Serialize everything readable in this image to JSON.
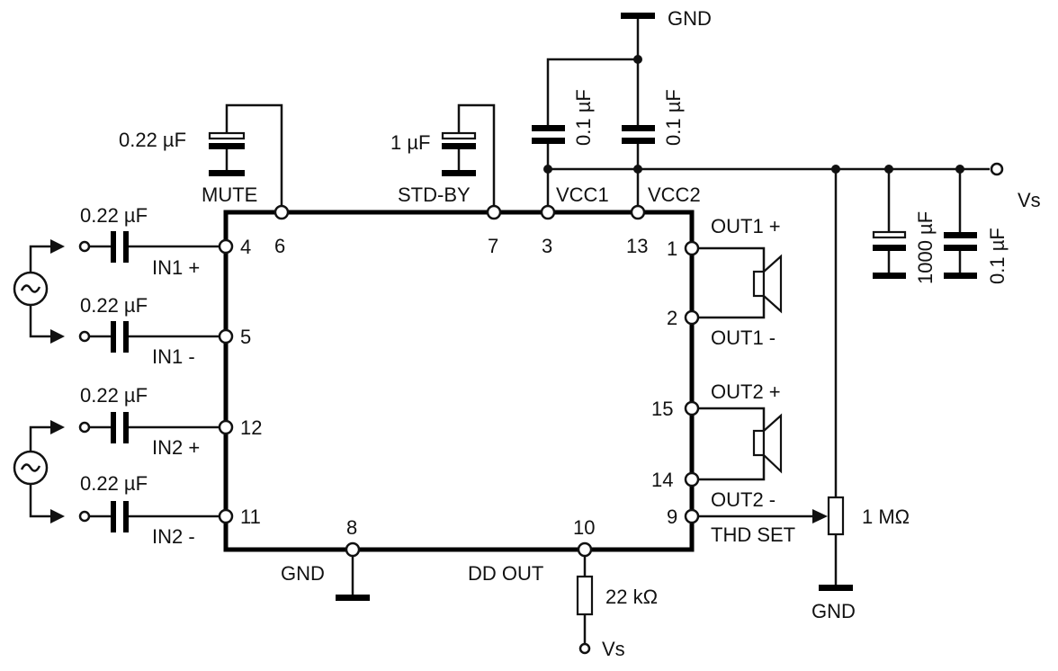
{
  "diagram": {
    "type": "schematic",
    "ic_pins": {
      "p4": "4",
      "p5": "5",
      "p12": "12",
      "p11": "11",
      "p6": "6",
      "p7": "7",
      "p3": "3",
      "p13": "13",
      "p1": "1",
      "p2": "2",
      "p15": "15",
      "p14": "14",
      "p9": "9",
      "p8": "8",
      "p10": "10"
    },
    "signals": {
      "in1p": "IN1 +",
      "in1m": "IN1 -",
      "in2p": "IN2 +",
      "in2m": "IN2 -",
      "mute": "MUTE",
      "stdby": "STD-BY",
      "vcc1": "VCC1",
      "vcc2": "VCC2",
      "out1p": "OUT1 +",
      "out1m": "OUT1 -",
      "out2p": "OUT2 +",
      "out2m": "OUT2 -",
      "thd": "THD SET",
      "gnd_pin": "GND",
      "ddout": "DD OUT"
    },
    "components": {
      "c_in1p": "0.22 µF",
      "c_in1m": "0.22 µF",
      "c_in2p": "0.22 µF",
      "c_in2m": "0.22 µF",
      "c_mute": "0.22 µF",
      "c_stdby": "1 µF",
      "c_vcc1": "0.1 µF",
      "c_vcc2": "0.1 µF",
      "c_bulk": "1000 µF",
      "c_bypass": "0.1 µF",
      "r_dd": "22 kΩ",
      "r_thd": "1 MΩ"
    },
    "nets": {
      "gnd_top": "GND",
      "gnd_pot": "GND",
      "vs_right": "Vs",
      "vs_bottom": "Vs"
    }
  }
}
